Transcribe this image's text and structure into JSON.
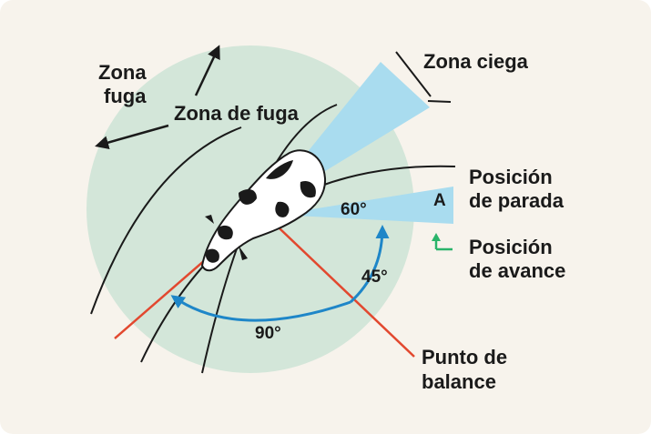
{
  "colors": {
    "background": "#f7f3ec",
    "flight_zone": "#d3e6d9",
    "blind_zone": "#a9dcef",
    "balance_line": "#e2482f",
    "arc": "#1e86c8",
    "advance_marker": "#2ab46a",
    "text": "#1a1a1a"
  },
  "labels": {
    "flight_zone_outer_line1": "Zona",
    "flight_zone_outer_line2": "fuga",
    "flight_zone": "Zona de fuga",
    "blind_zone": "Zona ciega",
    "stop_position_line1": "Posición",
    "stop_position_line2": "de parada",
    "advance_position_line1": "Posición",
    "advance_position_line2": "de avance",
    "balance_point_line1": "Punto de",
    "balance_point_line2": "balance",
    "angle_60": "60°",
    "angle_45": "45°",
    "angle_90": "90°",
    "marker_a": "A"
  },
  "icons": {
    "animal": "cow-top-view-icon",
    "advance": "corner-arrow-icon"
  }
}
